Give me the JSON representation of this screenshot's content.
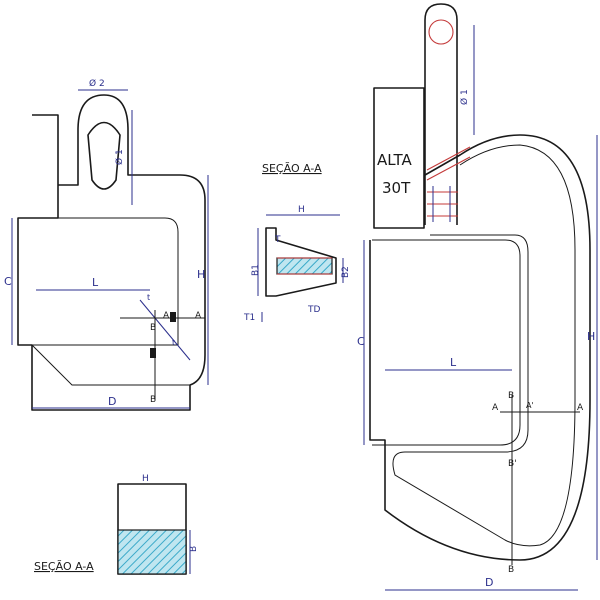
{
  "colors": {
    "outline": "#1a1a1a",
    "dimension": "#2b2f8c",
    "highlight": "#c43a3a",
    "hatch": "#39a9c9"
  },
  "left_view": {
    "phi2": "Ø 2",
    "phi1": "Ø 1",
    "C": "C",
    "H": "H",
    "L": "L",
    "D": "D",
    "A1": "A",
    "A2": "A",
    "B1": "B",
    "B2": "B",
    "t1": "t",
    "t2": "t"
  },
  "section_top": {
    "title": "SEÇÃO A-A",
    "H": "H",
    "T": "T",
    "B1": "B1",
    "B2": "B2",
    "T1": "T1",
    "TD": "TD"
  },
  "section_bottom": {
    "title": "SEÇÃO A-A",
    "H": "H",
    "B": "B"
  },
  "right_view": {
    "alta_line1": "ALTA",
    "alta_line2": "30T",
    "phi1": "Ø 1",
    "C": "C",
    "H": "H",
    "L": "L",
    "D": "D",
    "A1": "A",
    "A2": "A",
    "B_top": "B",
    "B_mid": "B'",
    "B_bot": "B",
    "A_prime": "A'"
  }
}
